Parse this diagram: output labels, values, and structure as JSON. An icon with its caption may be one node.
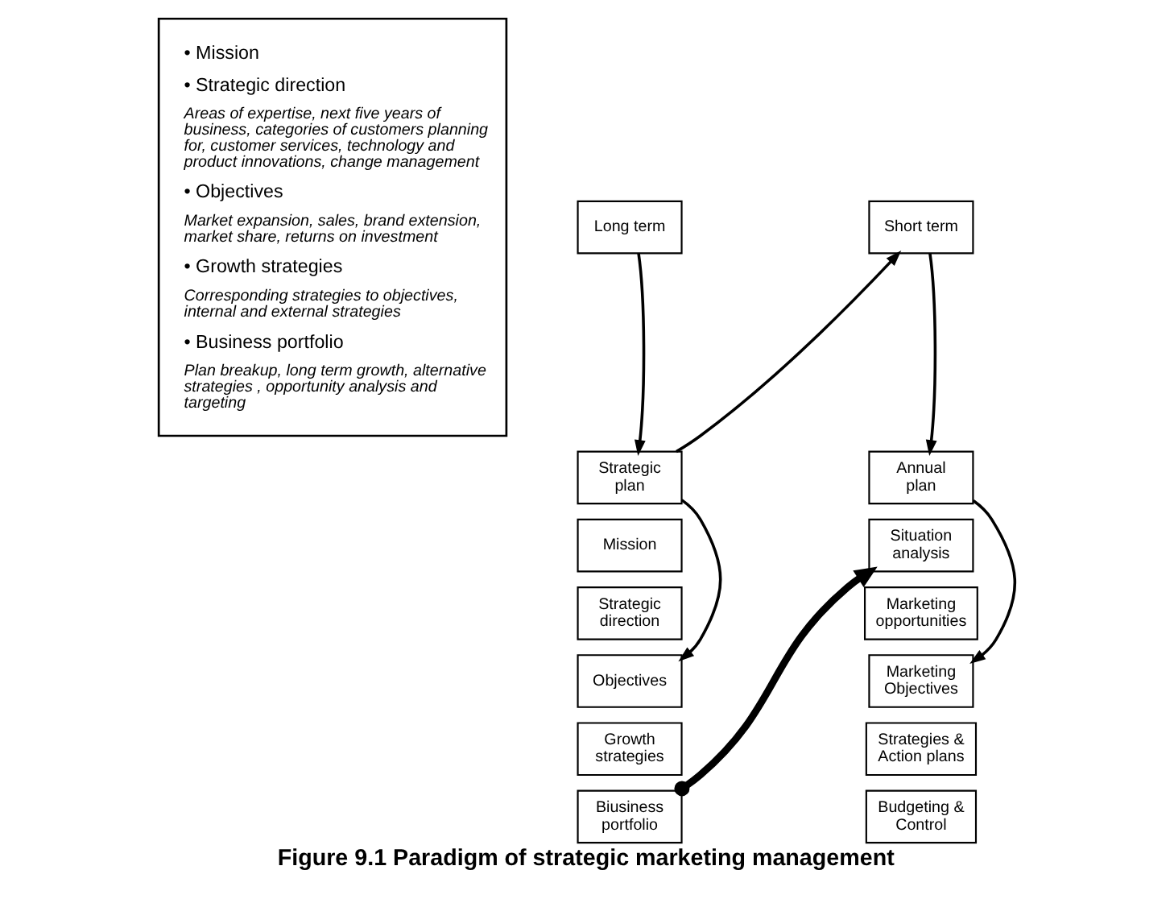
{
  "diagram": {
    "caption": "Figure 9.1 Paradigm of strategic marketing management",
    "nodes": [
      {
        "text": [
          "• Mission",
          "• Strategic direction",
          "Areas of expertise, next five years of business, categories of customers planning for, customer services, technology and product innovations, change management",
          "• Objectives",
          "Market expansion, sales, brand extension, market share, returns on investment",
          "• Growth strategies",
          "Corresponding strategies to objectives, internal and external strategies",
          "• Business portfolio",
          "Plan breakup, long term growth, alternative strategies , opportunity analysis and targeting"
        ]
      },
      {
        "text": [
          "Long term"
        ]
      },
      {
        "text": [
          "Short term"
        ]
      },
      {
        "text": [
          "Strategic plan"
        ]
      },
      {
        "text": [
          "Annual plan"
        ]
      },
      {
        "text": [
          "Mission"
        ]
      },
      {
        "text": [
          "Strategic direction"
        ]
      },
      {
        "text": [
          "Objectives"
        ]
      },
      {
        "text": [
          "Growth strategies"
        ]
      },
      {
        "text": [
          "Biusiness portfolio"
        ]
      },
      {
        "text": [
          "Situation analysis"
        ]
      },
      {
        "text": [
          "Marketing opportunities"
        ]
      },
      {
        "text": [
          "Marketing Objectives"
        ]
      },
      {
        "text": [
          "Strategies & Action plans"
        ]
      },
      {
        "text": [
          "Budgeting & Control"
        ]
      }
    ],
    "edges": [
      {
        "from": 1,
        "to": 3,
        "arrow": "to"
      },
      {
        "from": 3,
        "to": 2,
        "arrow": "to"
      },
      {
        "from": 2,
        "to": 4,
        "arrow": "to"
      },
      {
        "from": 3,
        "to": 7,
        "arrow": "to"
      },
      {
        "from": 4,
        "to": 12,
        "arrow": "to"
      },
      {
        "from": 9,
        "to": 10,
        "arrow": "to",
        "style": "thick"
      }
    ]
  }
}
